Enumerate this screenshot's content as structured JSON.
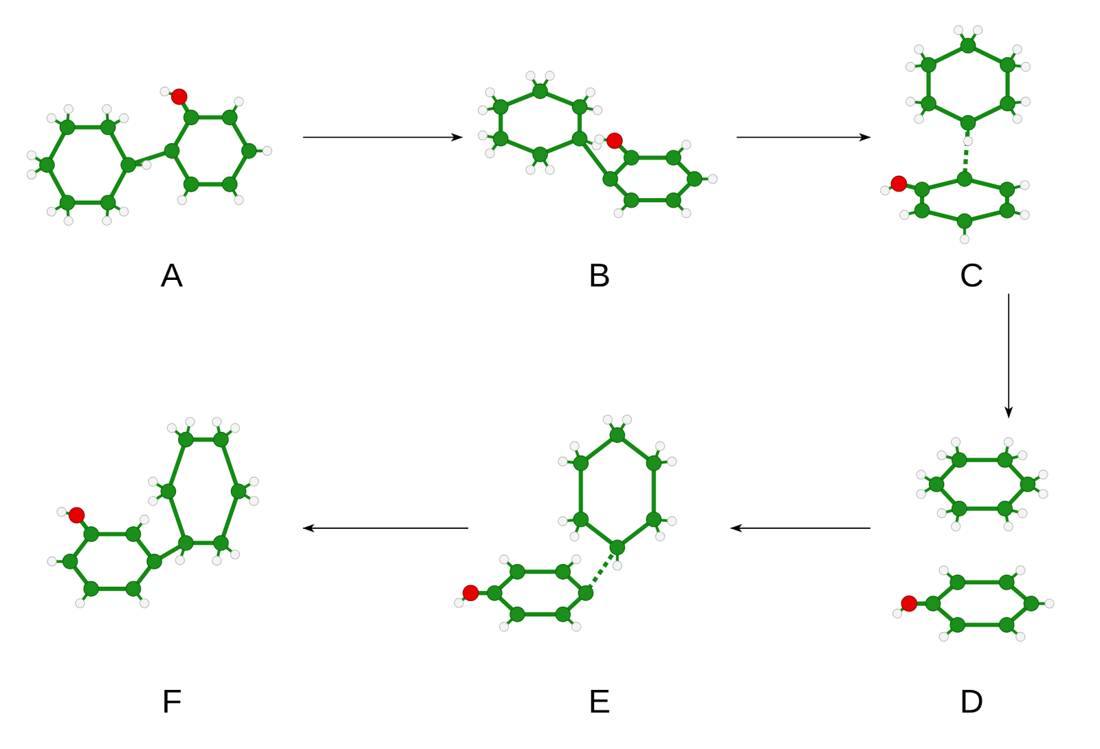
{
  "diagram": {
    "nodes": [
      {
        "text": [
          "A"
        ]
      },
      {
        "text": [
          "B"
        ]
      },
      {
        "text": [
          "C"
        ]
      },
      {
        "text": [
          "D"
        ]
      },
      {
        "text": [
          "E"
        ]
      },
      {
        "text": [
          "F"
        ]
      }
    ],
    "edges": [
      {
        "from": 0,
        "to": 1,
        "arrow": "to"
      },
      {
        "from": 1,
        "to": 2,
        "arrow": "to"
      },
      {
        "from": 2,
        "to": 3,
        "arrow": "to"
      },
      {
        "from": 3,
        "to": 4,
        "arrow": "to"
      },
      {
        "from": 4,
        "to": 5,
        "arrow": "to"
      }
    ]
  }
}
